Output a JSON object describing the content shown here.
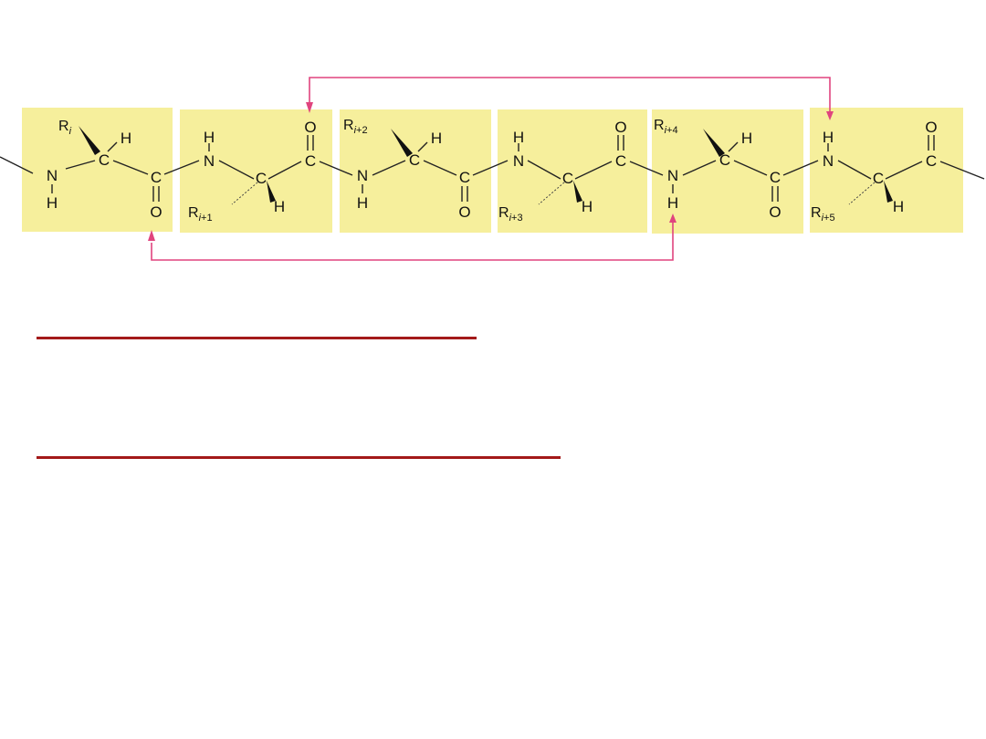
{
  "diagram": {
    "residues": [
      {
        "r_base": "R",
        "r_sub": "i",
        "r_tail": ""
      },
      {
        "r_base": "R",
        "r_sub": "i",
        "r_tail": "+1"
      },
      {
        "r_base": "R",
        "r_sub": "i",
        "r_tail": "+2"
      },
      {
        "r_base": "R",
        "r_sub": "i",
        "r_tail": "+3"
      },
      {
        "r_base": "R",
        "r_sub": "i",
        "r_tail": "+4"
      },
      {
        "r_base": "R",
        "r_sub": "i",
        "r_tail": "+5"
      }
    ],
    "atoms": {
      "nitrogen": "N",
      "carbon": "C",
      "oxygen": "O",
      "hydrogen": "H"
    },
    "colors": {
      "residue_fill": "#f6ef9c",
      "hbond": "#e0447e",
      "rule": "#a31919"
    }
  },
  "underlines": [
    {
      "text": ""
    },
    {
      "text": ""
    }
  ]
}
